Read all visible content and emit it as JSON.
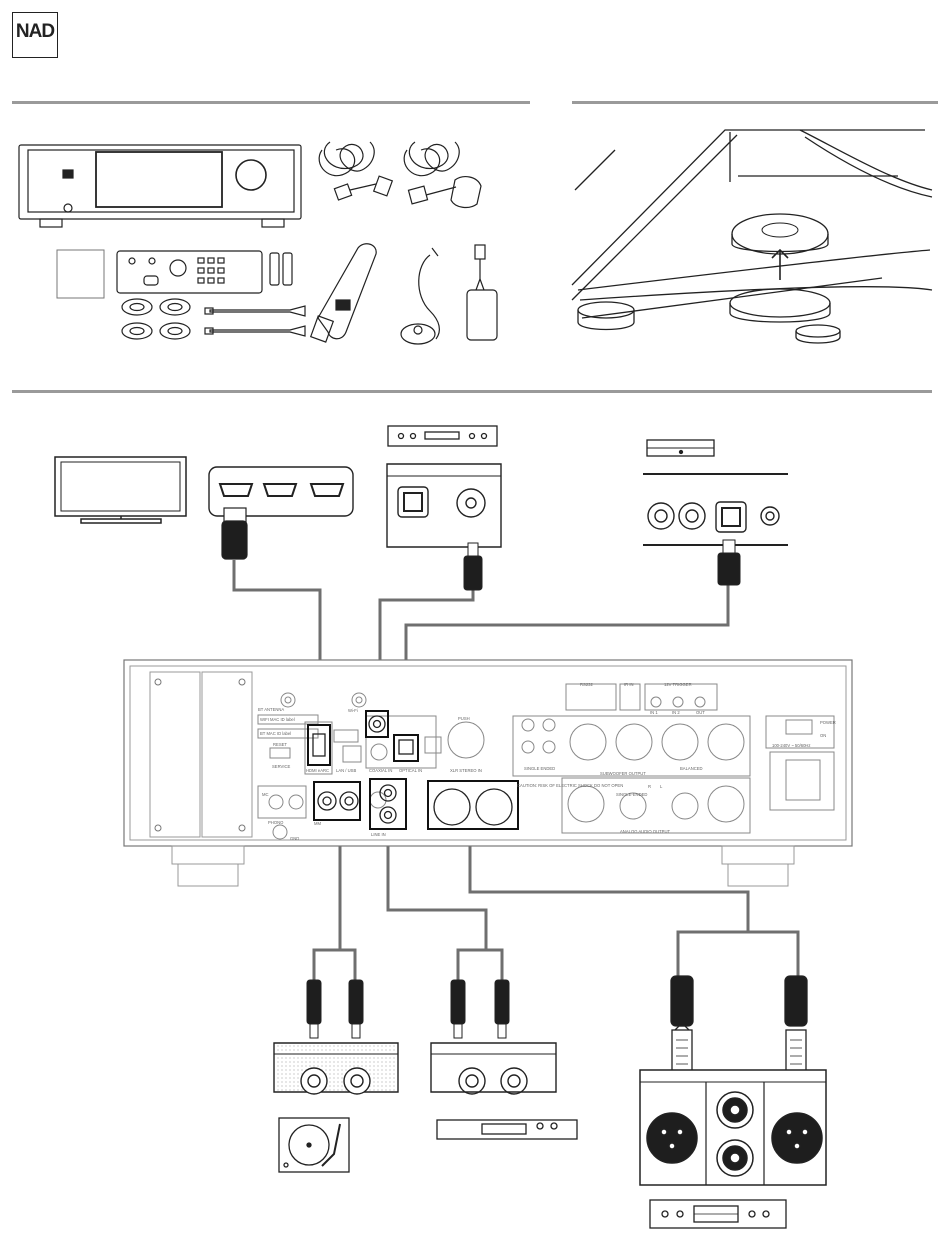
{
  "brand": {
    "logo_text": "NAD"
  },
  "colors": {
    "line": "#222222",
    "cable": "#6f6f6f",
    "rule": "#9a9a9a",
    "connector": "#1e1e1e",
    "panel": "#f4f4f4"
  },
  "rear_panel_labels": {
    "bt_antenna": "BT ANTENNA",
    "wifi_mac": "WIFI MAC ID label",
    "bt_mac": "BT MAC ID label",
    "reset": "RESET",
    "service": "SERVICE",
    "hdmi_arc": "HDMI eARC",
    "lan_usb": "LAN / USB",
    "wifi": "Wi-Fi",
    "coax_in": "COAXIAL IN",
    "optical_in": "OPTICAL IN",
    "push": "PUSH",
    "xlr_in": "XLR STEREO IN",
    "rs232": "RS232",
    "ir_in": "IR IN",
    "trigger": "12V TRIGGER",
    "in1": "IN 1",
    "in2": "IN 2",
    "out": "OUT",
    "power": "POWER",
    "on": "ON",
    "voltage": "100-240V ~ 50/60Hz",
    "single_ended": "SINGLE ENDED",
    "balanced": "BALANCED",
    "sub_out": "SUBWOOFER OUTPUT",
    "caution": "CAUTION: RISK OF ELECTRIC SHOCK DO NOT OPEN",
    "phono": "PHONO",
    "mc": "MC",
    "mm": "MM",
    "gnd": "GND",
    "line_in": "LINE IN",
    "single_ended_r": "SINGLE-ENDED",
    "analog_out": "ANALOG AUDIO OUTPUT",
    "r": "R",
    "l": "L"
  }
}
